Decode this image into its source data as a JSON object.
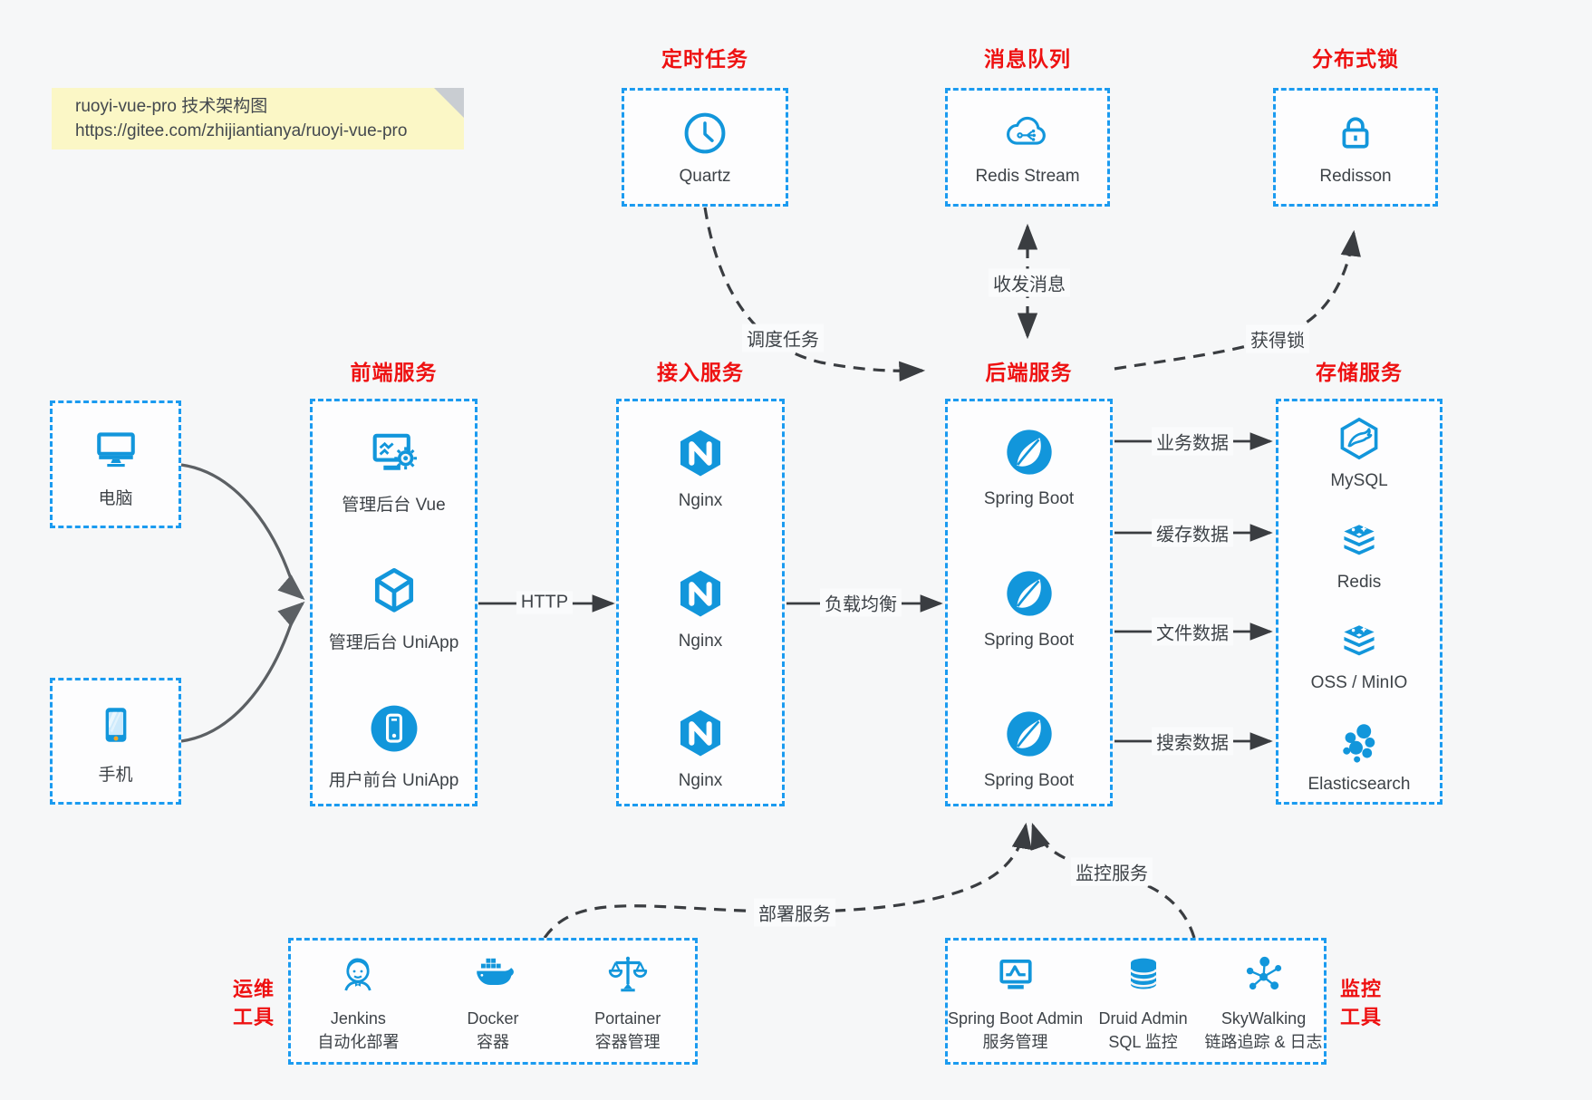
{
  "note": {
    "line1": "ruoyi-vue-pro 技术架构图",
    "line2": "https://gitee.com/zhijiantianya/ruoyi-vue-pro"
  },
  "top_groups": [
    {
      "id": "scheduled-task",
      "title": "定时任务",
      "item": {
        "icon": "clock",
        "label": "Quartz"
      }
    },
    {
      "id": "message-queue",
      "title": "消息队列",
      "item": {
        "icon": "cloud-network",
        "label": "Redis Stream"
      }
    },
    {
      "id": "distributed-lock",
      "title": "分布式锁",
      "item": {
        "icon": "lock",
        "label": "Redisson"
      }
    }
  ],
  "clients": [
    {
      "icon": "computer",
      "label": "电脑"
    },
    {
      "icon": "phone",
      "label": "手机"
    }
  ],
  "columns": [
    {
      "id": "frontend",
      "title": "前端服务",
      "items": [
        {
          "icon": "admin-vue",
          "label": "管理后台 Vue"
        },
        {
          "icon": "uniapp-cube",
          "label": "管理后台 UniApp"
        },
        {
          "icon": "user-app",
          "label": "用户前台 UniApp"
        }
      ]
    },
    {
      "id": "gateway",
      "title": "接入服务",
      "items": [
        {
          "icon": "nginx",
          "label": "Nginx"
        },
        {
          "icon": "nginx",
          "label": "Nginx"
        },
        {
          "icon": "nginx",
          "label": "Nginx"
        }
      ]
    },
    {
      "id": "backend",
      "title": "后端服务",
      "items": [
        {
          "icon": "spring-boot",
          "label": "Spring Boot"
        },
        {
          "icon": "spring-boot",
          "label": "Spring Boot"
        },
        {
          "icon": "spring-boot",
          "label": "Spring Boot"
        }
      ]
    },
    {
      "id": "storage",
      "title": "存储服务",
      "items": [
        {
          "icon": "mysql",
          "label": "MySQL"
        },
        {
          "icon": "redis-stack",
          "label": "Redis"
        },
        {
          "icon": "redis-stack",
          "label": "OSS / MinIO"
        },
        {
          "icon": "elasticsearch",
          "label": "Elasticsearch"
        }
      ]
    }
  ],
  "bottom_groups": [
    {
      "id": "ops-tools",
      "title_lines": [
        "运维",
        "工具"
      ],
      "title_side": "left",
      "items": [
        {
          "icon": "jenkins",
          "label": "Jenkins",
          "sublabel": "自动化部署"
        },
        {
          "icon": "docker",
          "label": "Docker",
          "sublabel": "容器"
        },
        {
          "icon": "portainer",
          "label": "Portainer",
          "sublabel": "容器管理"
        }
      ]
    },
    {
      "id": "monitor-tools",
      "title_lines": [
        "监控",
        "工具"
      ],
      "title_side": "right",
      "items": [
        {
          "icon": "spring-boot-admin",
          "label": "Spring Boot Admin",
          "sublabel": "服务管理"
        },
        {
          "icon": "druid",
          "label": "Druid Admin",
          "sublabel": "SQL 监控"
        },
        {
          "icon": "skywalking",
          "label": "SkyWalking",
          "sublabel": "链路追踪 & 日志"
        }
      ]
    }
  ],
  "edges": {
    "http": "HTTP",
    "load_balance": "负载均衡",
    "business_data": "业务数据",
    "cache_data": "缓存数据",
    "file_data": "文件数据",
    "search_data": "搜索数据",
    "schedule_task": "调度任务",
    "send_receive_msg": "收发消息",
    "acquire_lock": "获得锁",
    "deploy_service": "部署服务",
    "monitor_service": "监控服务"
  },
  "colors": {
    "icon_blue": "#1296db",
    "border_blue": "#1b9bf0",
    "title_red": "#ee1111",
    "note_bg": "#fbf7c6",
    "note_fold": "#c9cdd2",
    "line_dark": "#3a3d41",
    "line_gray": "#5c6064",
    "text": "#3e4348",
    "page_bg": "#f6f7f8",
    "phone_home_dot": "#f5a623",
    "phone_screen": "#cdeafc"
  }
}
